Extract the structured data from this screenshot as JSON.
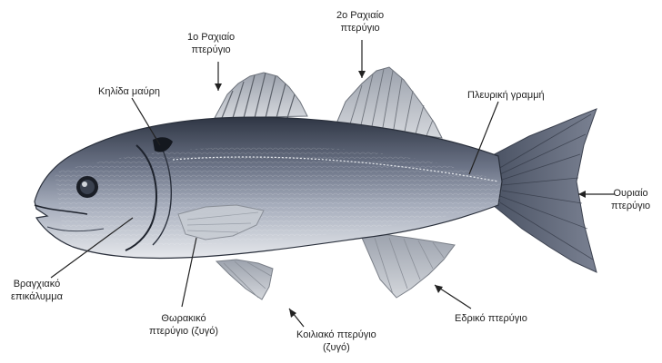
{
  "colors": {
    "background": "#ffffff",
    "fish_back": "#3a4250",
    "fish_side": "#8d95a8",
    "fish_belly": "#e3e6ea",
    "fin": "#b7bcc4",
    "line": "#222222",
    "text": "#222222"
  },
  "labels": {
    "dorsal1": {
      "line1": "1ο Ραχιαίο",
      "line2": "πτερύγιο"
    },
    "dorsal2": {
      "line1": "2ο Ραχιαίο",
      "line2": "πτερύγιο"
    },
    "black_scale": {
      "line1": "Κηλίδα μαύρη"
    },
    "lateral_line": {
      "line1": "Πλευρική γραμμή"
    },
    "caudal": {
      "line1": "Ουριαίο",
      "line2": "πτερύγιο"
    },
    "gill_cover": {
      "line1": "Βραγχιακό",
      "line2": "επικάλυμμα"
    },
    "pectoral": {
      "line1": "Θωρακικό",
      "line2": "πτερύγιο (ζυγό)"
    },
    "pelvic": {
      "line1": "Κοιλιακό  πτερύγιο",
      "line2": "(ζυγό)"
    },
    "anal": {
      "line1": "Εδρικό πτερύγιο"
    }
  }
}
